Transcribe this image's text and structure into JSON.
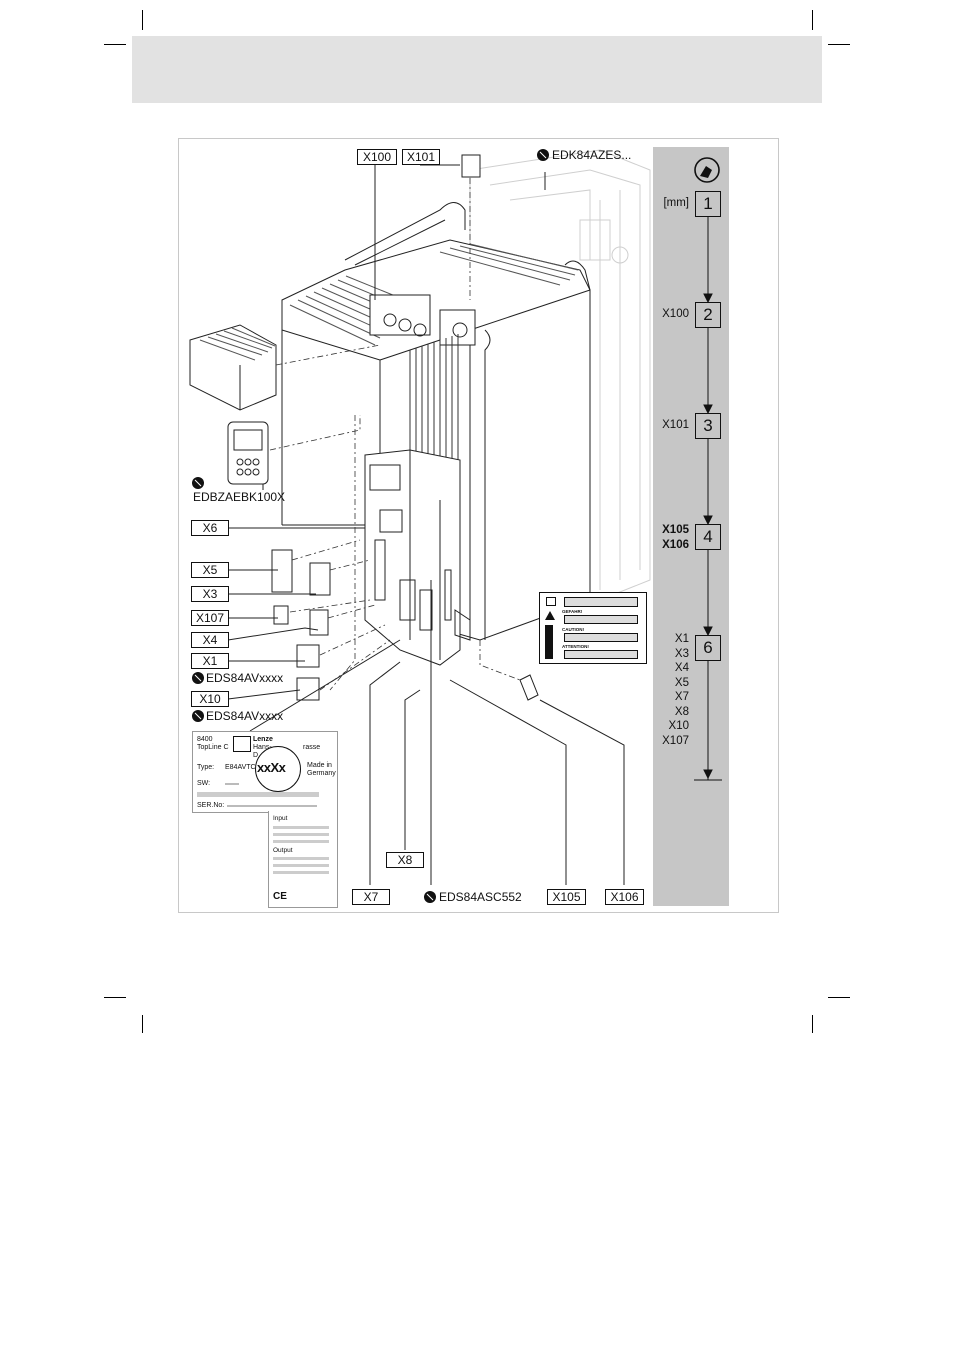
{
  "labels": {
    "x100": "X100",
    "x101": "X101",
    "edk84azes": "EDK84AZES...",
    "edbzaebk100x": "EDBZAEBK100X",
    "x6": "X6",
    "x5": "X5",
    "x3": "X3",
    "x107": "X107",
    "x4": "X4",
    "x1": "X1",
    "eds84avxxxx_1": "EDS84AVxxxx",
    "x10": "X10",
    "eds84avxxxx_2": "EDS84AVxxxx",
    "x8": "X8",
    "x7": "X7",
    "eds84asc552": "EDS84ASC552",
    "x105": "X105",
    "x106": "X106"
  },
  "sequence": {
    "unit": "[mm]",
    "steps": [
      {
        "num": "1",
        "label": [
          "[mm]"
        ]
      },
      {
        "num": "2",
        "label": [
          "X100"
        ]
      },
      {
        "num": "3",
        "label": [
          "X101"
        ]
      },
      {
        "num": "4",
        "label": [
          "X105",
          "X106"
        ]
      },
      {
        "num": "6",
        "label": [
          "X1",
          "X3",
          "X4",
          "X5",
          "X7",
          "X8",
          "X10",
          "X107"
        ]
      }
    ]
  },
  "nameplate": {
    "model": "8400",
    "line": "TopLine C",
    "brand": "Lenze",
    "addr1": "Hans-",
    "addr2": "rasse",
    "addr3": "D",
    "type_label": "Type:",
    "type_value": "E84AVTC",
    "magnify": "xxXx",
    "made_in_1": "Made in",
    "made_in_2": "Germany",
    "sw_label": "SW:",
    "ser_label": "SER.No:",
    "input": "Input",
    "output": "Output",
    "ce": "CE"
  },
  "warning_label": {
    "danger": "GEFAHR!",
    "caution": "CAUTION!",
    "attention": "ATTENTION!"
  }
}
